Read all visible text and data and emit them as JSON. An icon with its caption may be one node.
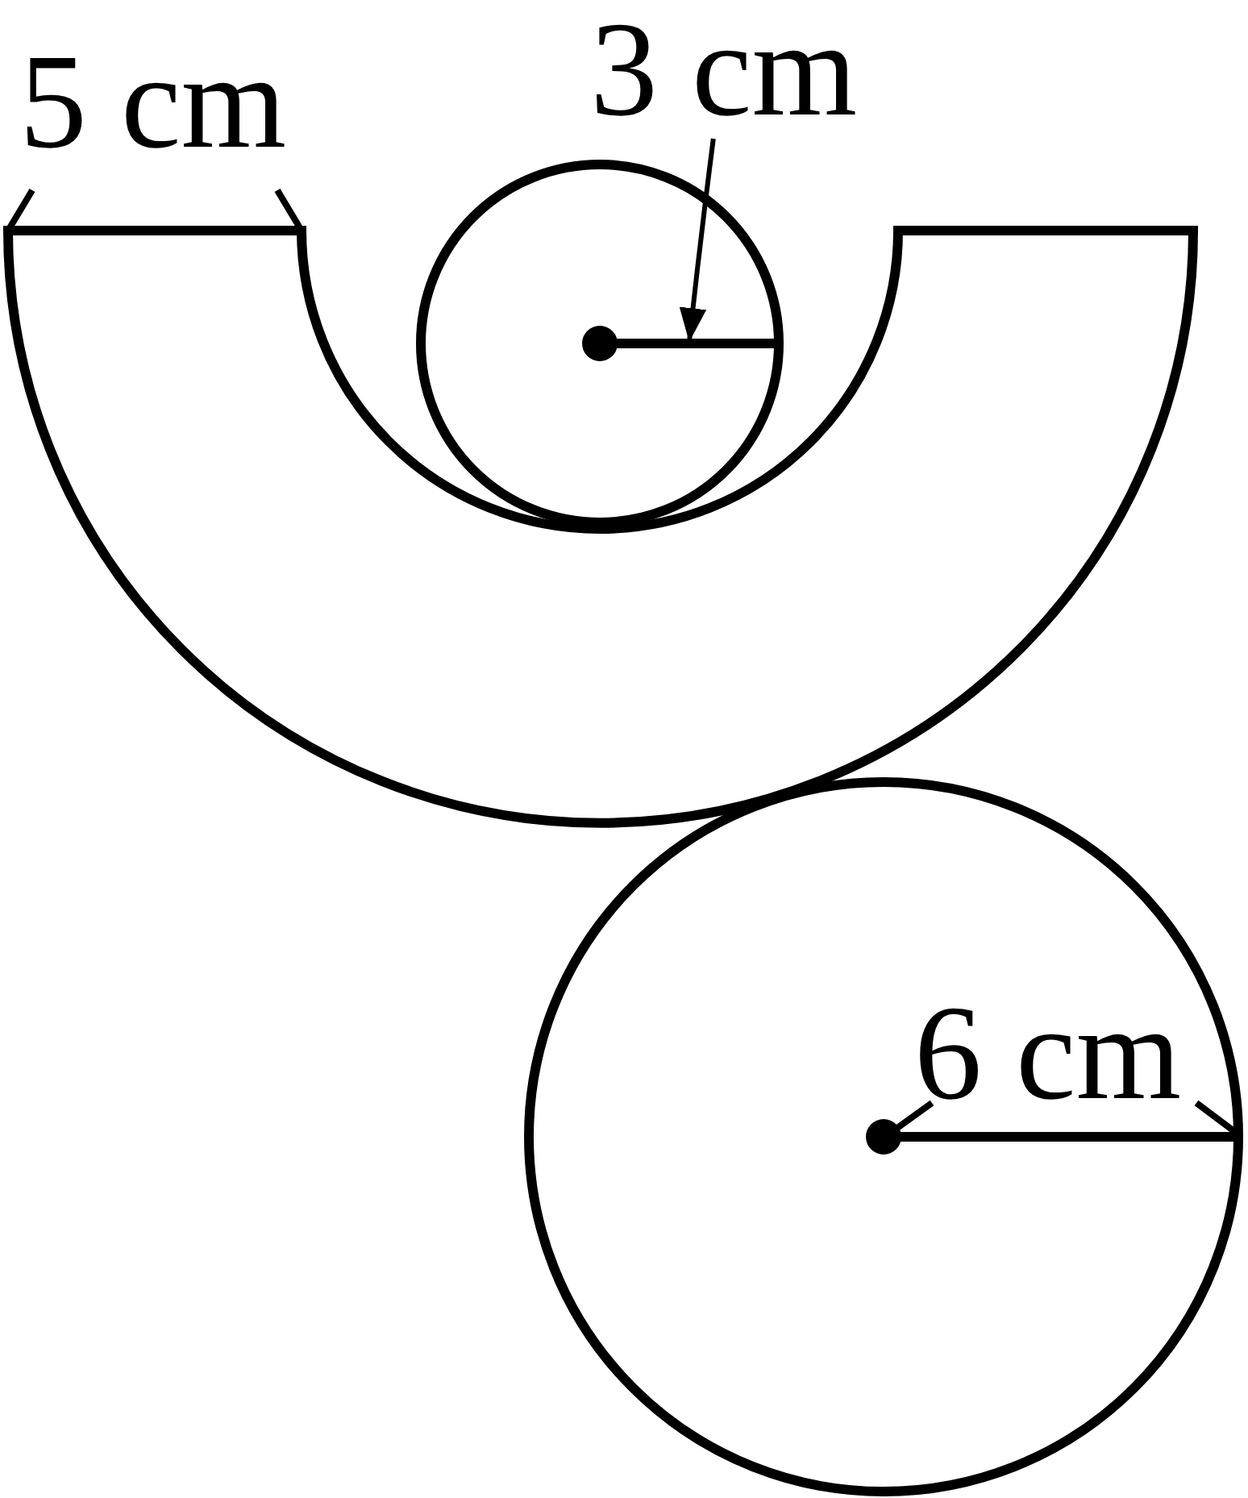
{
  "diagram": {
    "nodes": [
      {
        "text": [
          "3 cm"
        ]
      },
      {
        "text": [],
        "shape": "line"
      }
    ],
    "edges": [
      {
        "from": 0,
        "to": 1,
        "arrow": "to"
      }
    ],
    "labels": [
      "5 cm",
      "6 cm"
    ]
  }
}
